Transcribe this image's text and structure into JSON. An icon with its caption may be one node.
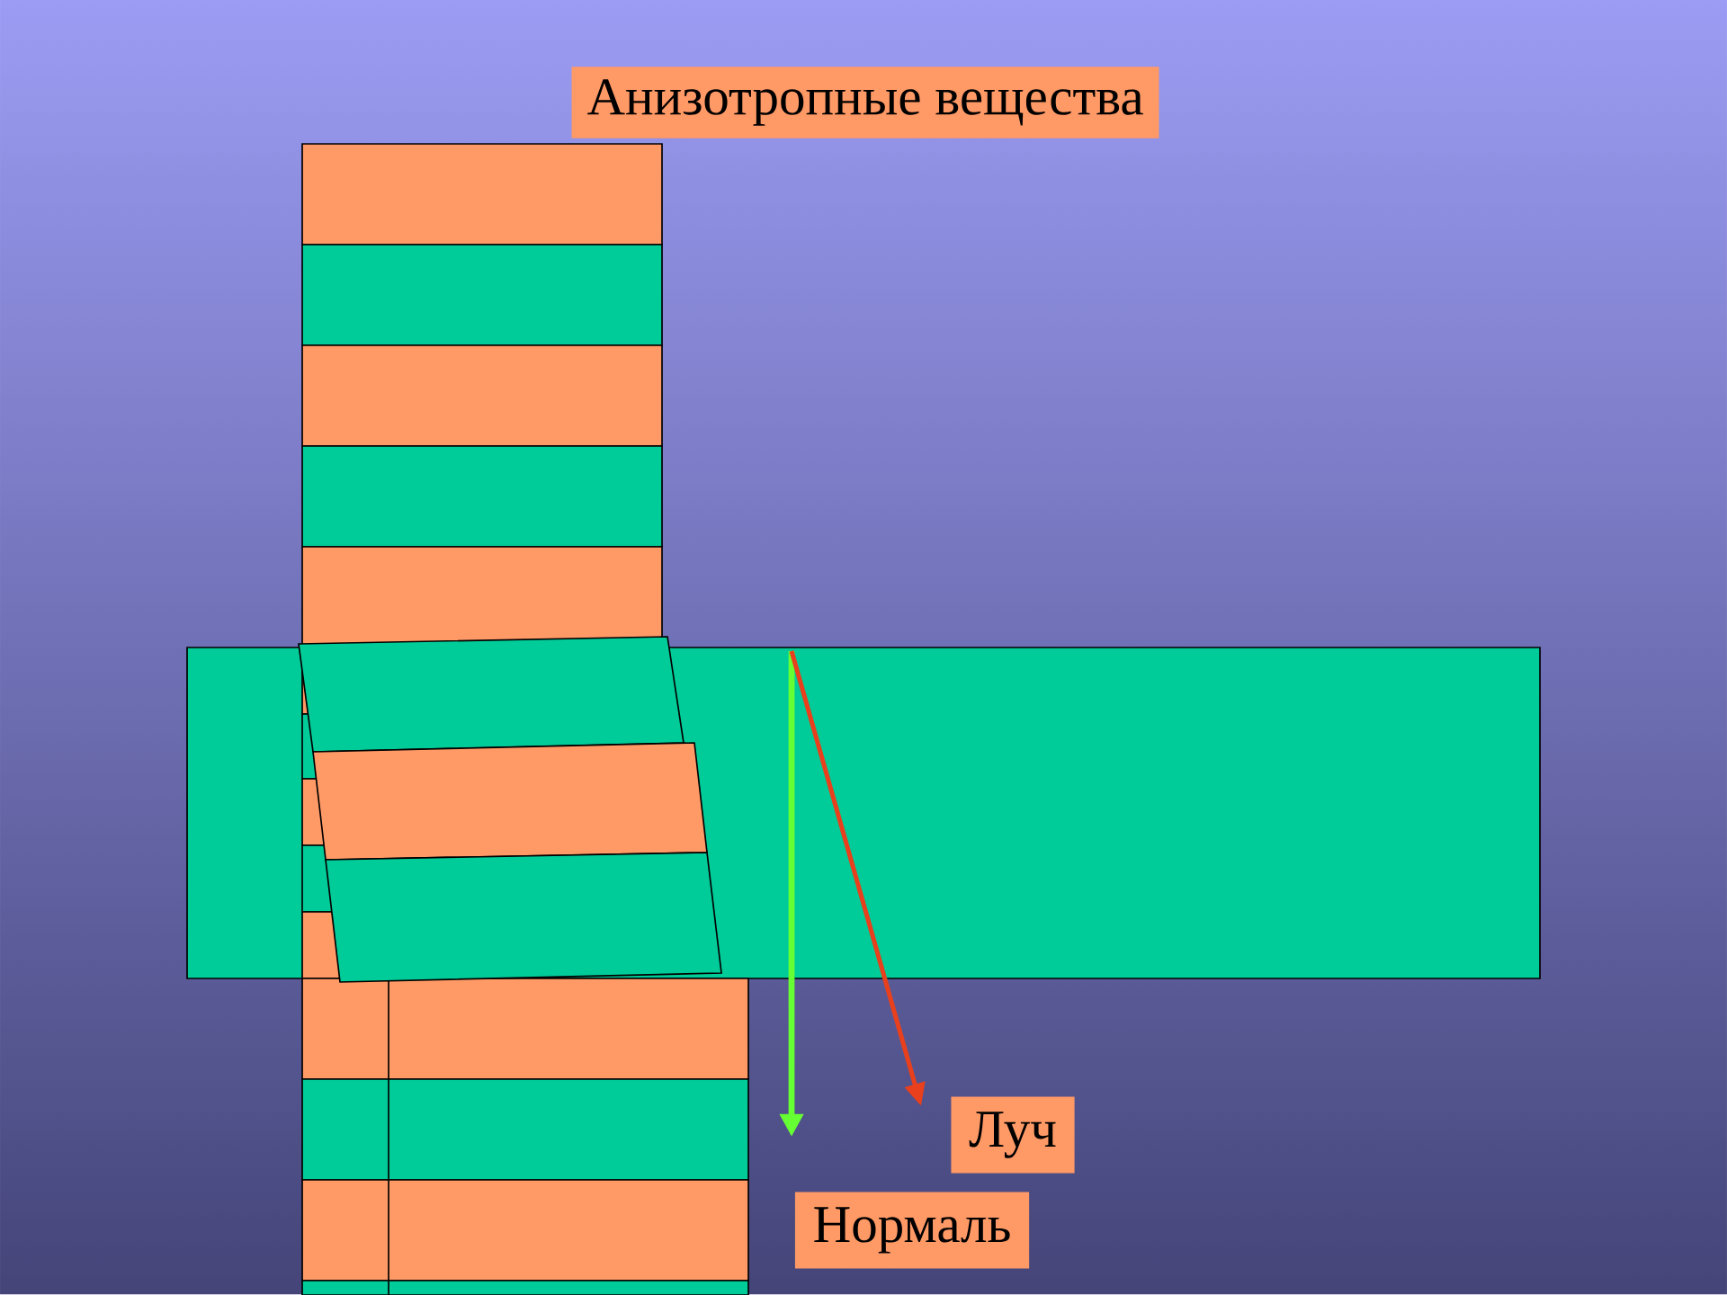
{
  "diagram": {
    "title": "Анизотропные вещества",
    "nodes": [
      {
        "text": [
          "Луч"
        ]
      },
      {
        "text": [
          "Нормаль"
        ]
      }
    ]
  }
}
